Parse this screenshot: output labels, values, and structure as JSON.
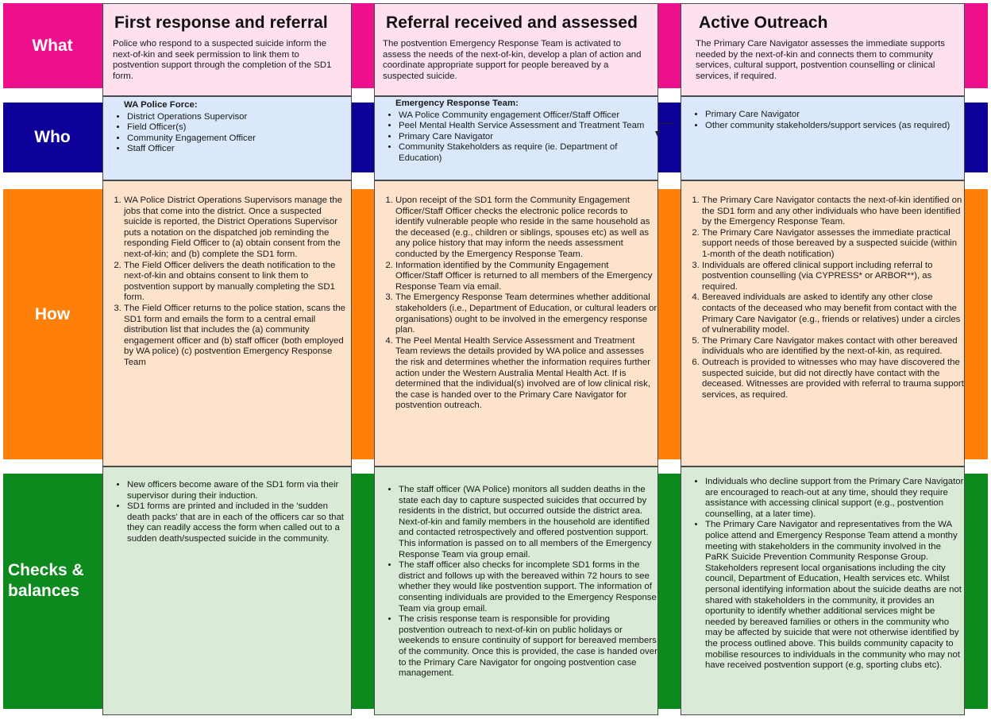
{
  "rows": {
    "what": "What",
    "who": "Who",
    "how": "How",
    "checks": "Checks & balances"
  },
  "columns": [
    {
      "heading": "First response and referral",
      "what": "Police who respond to a suspected suicide inform the next-of-kin and seek permission to link them to postvention support through the completion of the SD1 form.",
      "who_title": "WA Police Force:",
      "who": [
        "District Operations Supervisor",
        "Field Officer(s)",
        "Community Engagement Officer",
        "Staff Officer"
      ],
      "how": [
        "WA Police District Operations Supervisors manage the jobs that come into the district. Once a suspected suicide is reported, the District Operations Supervisor puts a notation on the dispatched job reminding the responding Field Officer to (a) obtain consent from the next-of-kin; and (b) complete the SD1 form.",
        "The Field Officer delivers the death notification to the next-of-kin and obtains consent to link them to postvention support by manually completing the SD1 form.",
        "The Field Officer returns to the police station, scans the SD1 form and emails the form to a central email distribution list that includes the (a) community engagement officer and (b) staff officer (both employed by WA police) (c) postvention Emergency Response Team"
      ],
      "checks": [
        "New officers become aware of the SD1 form via their supervisor during their induction.",
        "SD1 forms are printed and included in the 'sudden death packs' that are in each of the officers car so that they can readily access the form when called out to a sudden death/suspected suicide in the community."
      ]
    },
    {
      "heading": "Referral received and assessed",
      "what": "The postvention Emergency Response Team is activated to assess the needs of the next-of-kin, develop a plan of action and coordinate appropriate support for people bereaved by a suspected suicide.",
      "who_title": "Emergency Response Team:",
      "who": [
        "WA Police Community engagement Officer/Staff Officer",
        "Peel Mental Health Service Assessment and Treatment Team",
        "Primary Care Navigator",
        "Community Stakeholders as require (ie. Department of Education)"
      ],
      "how": [
        "Upon receipt of the SD1 form the Community Engagement Officer/Staff Officer checks the electronic police records to identify vulnerable people who reside in the same household as the deceased (e.g., children or siblings, spouses etc) as well as any police history that may inform the needs assessment conducted by the Emergency Response Team.",
        "Information identified by the Community Engagement Officer/Staff Officer is returned to all members of the Emergency Response Team via email.",
        "The Emergency Response Team determines whether additional stakeholders (i.e., Department of Education, or cultural leaders or organisations) ought to be involved in the emergency response plan.",
        "The Peel Mental Health Service Assessment and Treatment Team reviews the details provided by WA police and assesses the risk and determines whether the information requires further action under the Western Australia Mental Health Act. If is determined that the individual(s) involved are of low clinical risk, the case is handed over to the Primary Care Navigator for postvention outreach."
      ],
      "checks": [
        "The staff officer (WA Police) monitors all sudden deaths in the state each day to capture suspected suicides that occurred by residents in the district, but occurred outside the district area.  Next-of-kin and family members in the household are identified and contacted retrospectively and offered postvention support. This information is passed on to all members of the Emergency Response Team via group email.",
        "The staff officer also checks for incomplete SD1 forms in the district and follows up with the bereaved within 72 hours to see whether they would like postvention support. The information of consenting individuals are provided to the Emergency Response Team via group email.",
        "The crisis response team is responsible for providing postvention outreach to next-of-kin on public holidays or weekends to ensure continuity of support for bereaved members of the community. Once this is provided, the case is handed over to the Primary Care Navigator for ongoing postvention case management."
      ]
    },
    {
      "heading": "Active Outreach",
      "what": "The Primary Care Navigator  assesses the immediate supports needed by the next-of-kin and connects them to community services, cultural support, postvention counselling or clinical services, if required.",
      "who_title": "",
      "who": [
        "Primary Care Navigator",
        "Other community stakeholders/support services (as required)"
      ],
      "how": [
        "The Primary Care Navigator contacts the next-of-kin identified on the SD1 form and any other individuals who have been identified by the Emergency Response Team.",
        "The Primary Care Navigator assesses the immediate practical support needs of those bereaved by a suspected suicide (within 1-month of the death notification)",
        "Individuals are offered clinical support including referral to postvention counselling (via CYPRESS* or ARBOR**), as required.",
        "Bereaved individuals are asked to identify any other close contacts of the deceased who may benefit from contact with the Primary Care Navigator (e.g., friends or relatives) under a circles of vulnerability model.",
        "The Primary Care Navigator makes contact with other bereaved individuals who are identified by the next-of-kin, as required.",
        "Outreach is provided to witnesses who may have discovered the suspected suicide, but did not directly have contact with the deceased. Witnesses are provided with referral to trauma support services, as required."
      ],
      "checks": [
        "Individuals who decline support from the Primary Care Navigator are encouraged to reach-out at any time, should they require assistance with accessing clinical support (e.g., postvention counselling, at a later time).",
        "The Primary Care Navigator and representatives from the WA police attend and Emergency Response Team attend a monthy meeting with stakeholders in the community involved in the PaRK Suicide Prevention Community Response Group. Stakeholders represent local organisations including the city council, Department of Education, Health services etc. Whilst personal identifying information about the suicide deaths are not shared with stakeholders in the community, it provides an oportunity to identify whether additional services might be needed by bereaved families or others in the community who may be affected by suicide that were not otherwise identified by the process outlined above. This builds community capacity to mobilise resources to individuals in the community who may not have received postvention support (e.g, sporting clubs etc)."
      ]
    }
  ],
  "colors": {
    "what": "#ee0f8c",
    "who": "#0c0099",
    "how": "#ff7f0b",
    "checks": "#0c8a1e"
  }
}
